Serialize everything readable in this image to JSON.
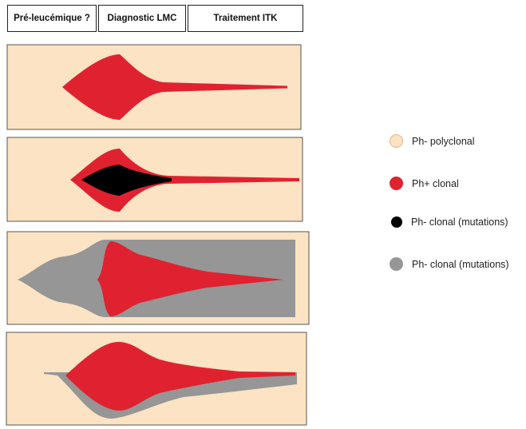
{
  "phases": [
    {
      "label": "Pré-leucémique ?"
    },
    {
      "label": "Diagnostic LMC"
    },
    {
      "label": "Traitement ITK"
    }
  ],
  "colors": {
    "ph_minus_polyclonal": "#fbe3c3",
    "ph_plus_clonal": "#e02230",
    "ph_minus_clonal_black": "#000000",
    "ph_minus_clonal_gray": "#969696",
    "panel_border": "#555555"
  },
  "legend": [
    {
      "label": "Ph- polyclonal",
      "color": "#fbe3c3"
    },
    {
      "label": "Ph+ clonal",
      "color": "#e02230"
    },
    {
      "label": "Ph- clonal (mutations)",
      "color": "#000000"
    },
    {
      "label": "Ph- clonal (mutations)",
      "color": "#969696"
    }
  ]
}
